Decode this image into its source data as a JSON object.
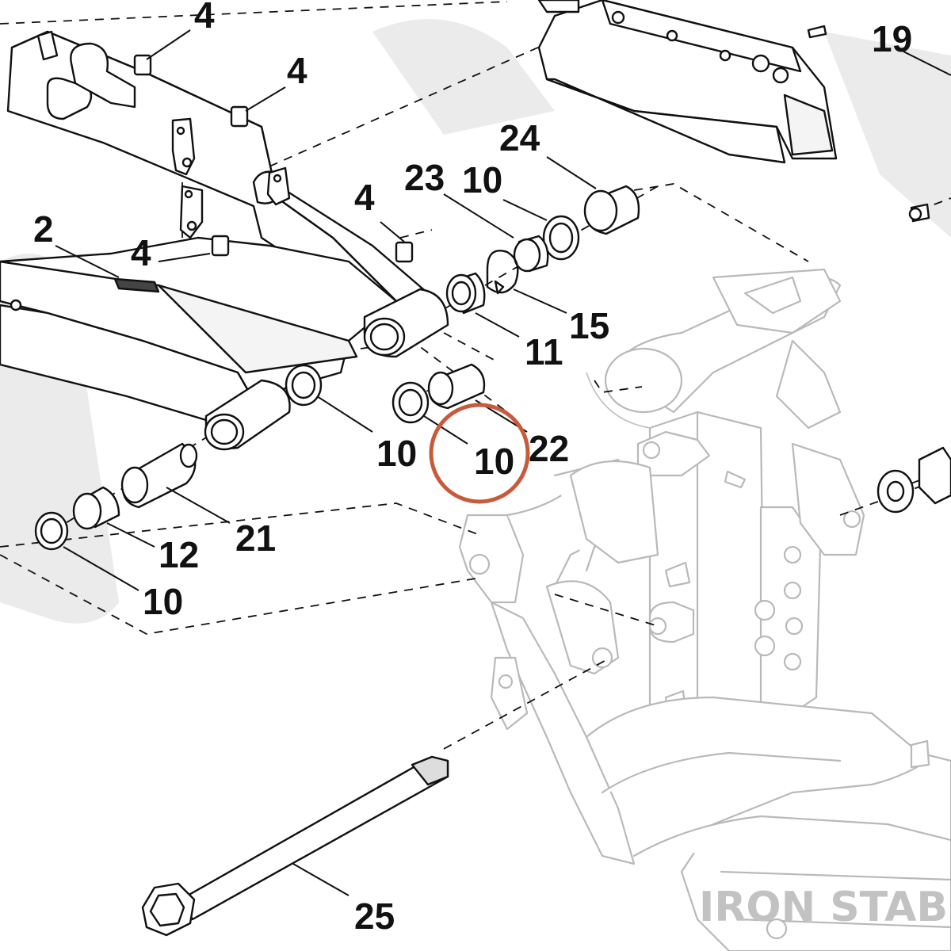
{
  "diagram": {
    "callouts": [
      {
        "id": "c4a",
        "text": "4"
      },
      {
        "id": "c4b",
        "text": "4"
      },
      {
        "id": "c4c",
        "text": "4"
      },
      {
        "id": "c4d",
        "text": "4"
      },
      {
        "id": "c19",
        "text": "19"
      },
      {
        "id": "c24",
        "text": "24"
      },
      {
        "id": "c23",
        "text": "23"
      },
      {
        "id": "c10a",
        "text": "10"
      },
      {
        "id": "c2",
        "text": "2"
      },
      {
        "id": "c15",
        "text": "15"
      },
      {
        "id": "c11",
        "text": "11"
      },
      {
        "id": "c10b",
        "text": "10"
      },
      {
        "id": "c10c",
        "text": "10"
      },
      {
        "id": "c22",
        "text": "22"
      },
      {
        "id": "c21",
        "text": "21"
      },
      {
        "id": "c12",
        "text": "12"
      },
      {
        "id": "c10d",
        "text": "10"
      },
      {
        "id": "c25",
        "text": "25"
      }
    ],
    "highlighted_callout": "10",
    "highlight_color": "#c75a3c",
    "watermark": "IRON STABLE"
  }
}
